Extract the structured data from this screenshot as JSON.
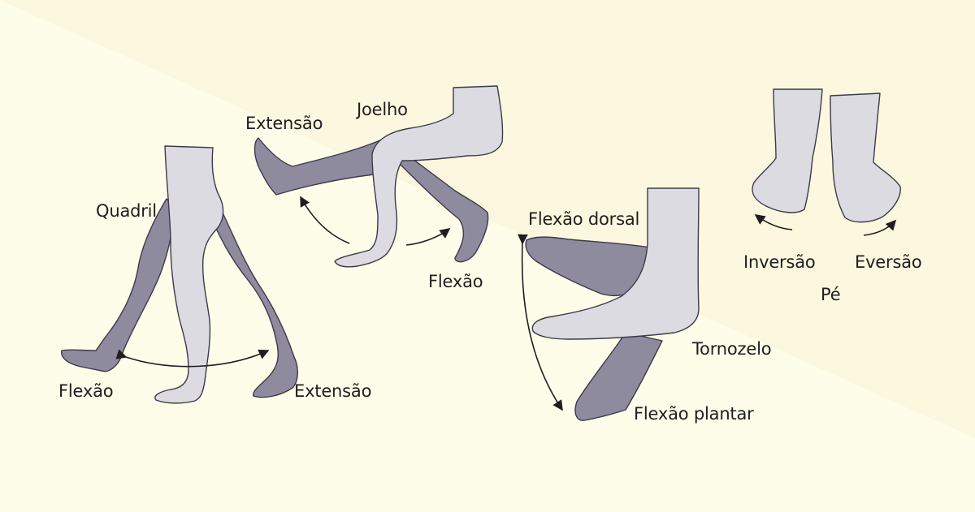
{
  "colors": {
    "background_light": "#fdfdea",
    "background_diagonal": "#fbf8df",
    "limb_light": "#dcdbe2",
    "limb_dark": "#8f8b9f",
    "outline": "#3c3a4a",
    "arrow": "#1e1e1e"
  },
  "labels": {
    "hip": "Quadril",
    "hip_flexion": "Flexão",
    "hip_extension": "Extensão",
    "knee": "Joelho",
    "knee_extension": "Extensão",
    "knee_flexion": "Flexão",
    "ankle_dorsiflexion": "Flexão dorsal",
    "ankle": "Tornozelo",
    "ankle_plantarflexion": "Flexão plantar",
    "foot_inversion": "Inversão",
    "foot_eversion": "Eversão",
    "foot": "Pé"
  }
}
